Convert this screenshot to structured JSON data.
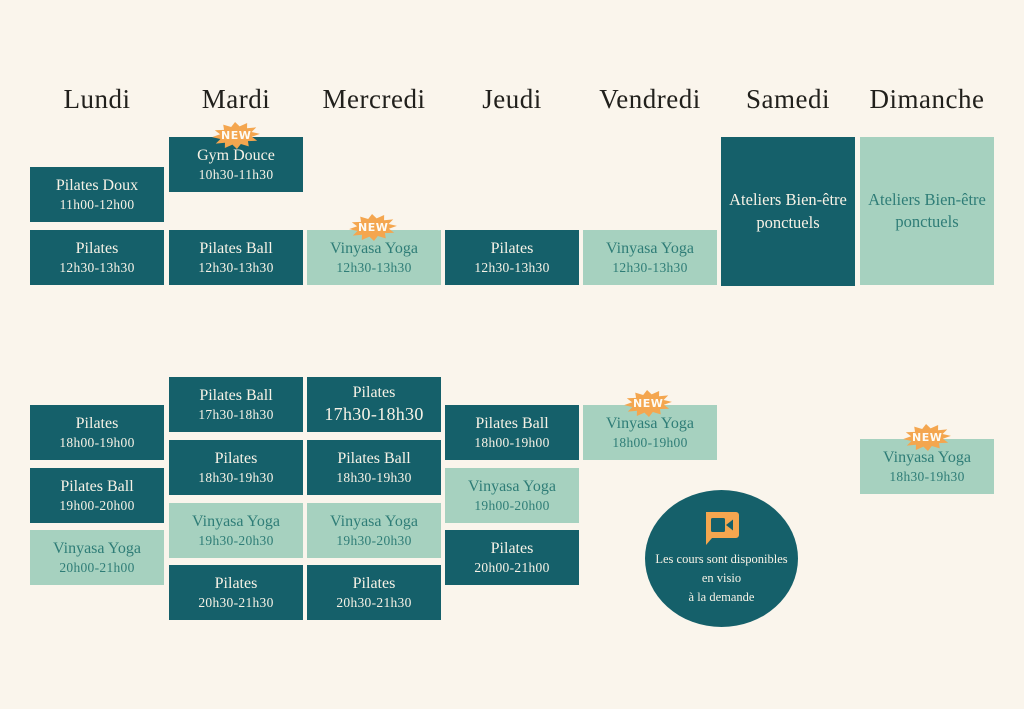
{
  "labels": {
    "new": "NEW"
  },
  "colors": {
    "bg": "#faf5ec",
    "teal": "#15606a",
    "mint": "#a6d1bf",
    "cream": "#f7f2e6",
    "mintText": "#2f7d77",
    "ink": "#21201c",
    "orange": "#f4a64f"
  },
  "days": [
    {
      "label": "Lundi",
      "classes": [
        {
          "name": "Pilates Doux",
          "time": "11h00-12h00",
          "style": "dark"
        },
        {
          "name": "Pilates",
          "time": "12h30-13h30",
          "style": "dark"
        },
        {
          "name": "Pilates",
          "time": "18h00-19h00",
          "style": "dark"
        },
        {
          "name": "Pilates Ball",
          "time": "19h00-20h00",
          "style": "dark"
        },
        {
          "name": "Vinyasa Yoga",
          "time": "20h00-21h00",
          "style": "light"
        }
      ]
    },
    {
      "label": "Mardi",
      "classes": [
        {
          "name": "Gym Douce",
          "time": "10h30-11h30",
          "style": "dark",
          "new": true
        },
        {
          "name": "Pilates Ball",
          "time": "12h30-13h30",
          "style": "dark"
        },
        {
          "name": "Pilates Ball",
          "time": "17h30-18h30",
          "style": "dark"
        },
        {
          "name": "Pilates",
          "time": "18h30-19h30",
          "style": "dark"
        },
        {
          "name": "Vinyasa Yoga",
          "time": "19h30-20h30",
          "style": "light"
        },
        {
          "name": "Pilates",
          "time": "20h30-21h30",
          "style": "dark"
        }
      ]
    },
    {
      "label": "Mercredi",
      "classes": [
        {
          "name": "Vinyasa Yoga",
          "time": "12h30-13h30",
          "style": "light",
          "new": true
        },
        {
          "name": "Pilates",
          "time": "17h30-18h30",
          "style": "dark"
        },
        {
          "name": "Pilates Ball",
          "time": "18h30-19h30",
          "style": "dark"
        },
        {
          "name": "Vinyasa Yoga",
          "time": "19h30-20h30",
          "style": "light"
        },
        {
          "name": "Pilates",
          "time": "20h30-21h30",
          "style": "dark"
        }
      ]
    },
    {
      "label": "Jeudi",
      "classes": [
        {
          "name": "Pilates",
          "time": "12h30-13h30",
          "style": "dark"
        },
        {
          "name": "Pilates Ball",
          "time": "18h00-19h00",
          "style": "dark"
        },
        {
          "name": "Vinyasa Yoga",
          "time": "19h00-20h00",
          "style": "light"
        },
        {
          "name": "Pilates",
          "time": "20h00-21h00",
          "style": "dark"
        }
      ]
    },
    {
      "label": "Vendredi",
      "classes": [
        {
          "name": "Vinyasa Yoga",
          "time": "12h30-13h30",
          "style": "light"
        },
        {
          "name": "Vinyasa Yoga",
          "time": "18h00-19h00",
          "style": "light",
          "new": true
        }
      ]
    },
    {
      "label": "Samedi",
      "classes": [
        {
          "name": "Ateliers Bien-être ponctuels",
          "style": "dark"
        }
      ]
    },
    {
      "label": "Dimanche",
      "classes": [
        {
          "name": "Ateliers Bien-être ponctuels",
          "style": "light"
        },
        {
          "name": "Vinyasa Yoga",
          "time": "18h30-19h30",
          "style": "light",
          "new": true
        }
      ]
    }
  ],
  "visio": {
    "icon": "video-chat-icon",
    "line1": "Les cours sont disponibles",
    "line2": "en visio",
    "line3": "à la demande"
  }
}
